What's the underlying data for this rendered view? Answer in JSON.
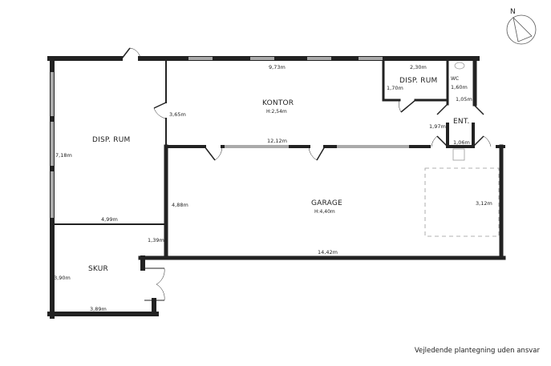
{
  "compass": {
    "label": "N"
  },
  "rooms": {
    "disp_rum_west": {
      "name": "DISP. RUM"
    },
    "kontor": {
      "name": "KONTOR",
      "height": "H:2,54m"
    },
    "disp_rum_east": {
      "name": "DISP. RUM"
    },
    "wc": {
      "name": "WC"
    },
    "entre": {
      "name": "ENT."
    },
    "garage": {
      "name": "GARAGE",
      "height": "H:4,40m"
    },
    "skur": {
      "name": "SKUR"
    }
  },
  "dimensions": {
    "kontor_width": "9,73m",
    "kontor_depth": "3,65m",
    "kontor_inner": "12,12m",
    "disp_west_depth": "7,18m",
    "disp_west_width": "4,99m",
    "disp_east_width": "2,30m",
    "disp_east_depth": "1,70m",
    "wc_depth": "1,60m",
    "wc_width": "1,05m",
    "ent_depth": "1,97m",
    "ent_width": "1,06m",
    "garage_depth": "4,88m",
    "garage_width": "14,42m",
    "carport": "3,12m",
    "passage": "1,39m",
    "skur_depth": "3,90m",
    "skur_width": "3,89m"
  },
  "footer": "Vejledende plantegning uden ansvar"
}
